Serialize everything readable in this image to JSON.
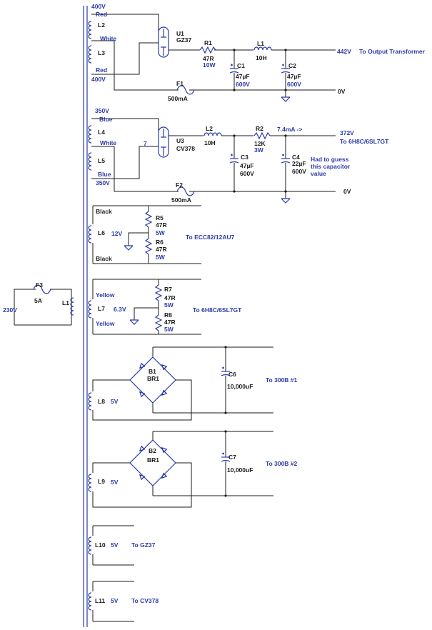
{
  "primary": {
    "input_voltage": "230V",
    "fuse_ref": "F3",
    "fuse_rating": "5A",
    "coil_ref": "L1"
  },
  "hv1": {
    "top_voltage": "400V",
    "bottom_voltage": "400V",
    "wire_top": "Red",
    "wire_center": "White",
    "wire_bottom": "Red",
    "coil_a": "L2",
    "coil_b": "L3",
    "tube_ref": "U1",
    "tube_type": "GZ37",
    "r1_ref": "R1",
    "r1_value": "47R",
    "r1_power": "10W",
    "l1_ref": "L1",
    "l1_value": "10H",
    "c1_ref": "C1",
    "c1_value": "47µF",
    "c1_voltage": "600V",
    "c2_ref": "C2",
    "c2_value": "47µF",
    "c2_voltage": "600V",
    "output_voltage": "442V",
    "output_dest": "To Output Transformer",
    "fuse_ref": "F1",
    "fuse_rating": "500mA",
    "ground": "0V"
  },
  "hv2": {
    "top_voltage": "350V",
    "bottom_voltage": "350V",
    "wire_top": "Blue",
    "wire_center": "White",
    "wire_bottom": "Blue",
    "coil_a": "L4",
    "coil_b": "L5",
    "pin": "7",
    "tube_ref": "U3",
    "tube_type": "CV378",
    "l2_ref": "L2",
    "l2_value": "10H",
    "r2_ref": "R2",
    "r2_value": "12K",
    "r2_power": "3W",
    "current": "7.4mA ->",
    "c3_ref": "C3",
    "c3_value": "47µF",
    "c3_voltage": "600V",
    "c4_ref": "C4",
    "c4_value": "22µF",
    "c4_voltage": "600V",
    "note_line1": "Had to guess",
    "note_line2": "this capacitor",
    "note_line3": "value",
    "output_voltage": "372V",
    "output_dest": "To 6H8C/6SL7GT",
    "fuse_ref": "F2",
    "fuse_rating": "500mA",
    "ground": "0V"
  },
  "heater1": {
    "wire_top": "Black",
    "wire_bottom": "Black",
    "coil": "L6",
    "voltage": "12V",
    "r5_ref": "R5",
    "r5_value": "47R",
    "r5_power": "5W",
    "r6_ref": "R6",
    "r6_value": "47R",
    "r6_power": "5W",
    "dest": "To ECC82/12AU7"
  },
  "heater2": {
    "wire_top": "Yellow",
    "wire_bottom": "Yellow",
    "coil": "L7",
    "voltage": "6.3V",
    "r7_ref": "R7",
    "r7_value": "47R",
    "r7_power": "5W",
    "r8_ref": "R8",
    "r8_value": "47R",
    "r8_power": "5W",
    "dest": "To 6H8C/6SL7GT"
  },
  "dc1": {
    "coil": "L8",
    "voltage": "5V",
    "bridge_ref": "B1",
    "bridge_type": "BR1",
    "cap_ref": "C6",
    "cap_value": "10,000uF",
    "dest": "To 300B #1"
  },
  "dc2": {
    "coil": "L9",
    "voltage": "5V",
    "bridge_ref": "B2",
    "bridge_type": "BR1",
    "cap_ref": "C7",
    "cap_value": "10,000uF",
    "dest": "To 300B #2"
  },
  "fil1": {
    "coil": "L10",
    "voltage": "5V",
    "dest": "To GZ37"
  },
  "fil2": {
    "coil": "L11",
    "voltage": "5V",
    "dest": "To CV378"
  },
  "colors": {
    "wire": "#1a1a1a",
    "label": "#2a3aa8"
  },
  "icons": [
    "inductor-coil-icon",
    "resistor-icon",
    "capacitor-icon",
    "fuse-icon",
    "ground-icon",
    "rectifier-tube-icon",
    "bridge-rectifier-icon"
  ]
}
